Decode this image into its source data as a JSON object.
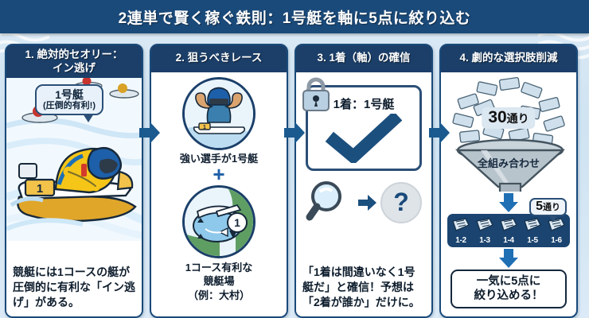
{
  "header": {
    "title": "2連単で賢く稼ぐ鉄則：1号艇を軸に5点に絞り込む"
  },
  "columns": [
    {
      "heading_line1": "1. 絶対的セオリー：",
      "heading_line2": "イン逃げ",
      "bubble_line1": "1号艇",
      "bubble_line2": "(圧倒的有利!)",
      "boat_number": "1",
      "caption": "競艇には1コースの艇が圧倒的に有利な「イン逃げ」がある。"
    },
    {
      "heading_line1": "2. 狙うべきレース",
      "icon_top": "muscular-racer-icon",
      "label_top": "強い選手が1号艇",
      "plus": "+",
      "icon_bottom": "racecourse-map-icon",
      "course_marker": "1",
      "caption_line1": "1コース有利な",
      "caption_line2": "競艇場",
      "caption_line3": "（例：大村）"
    },
    {
      "heading_line1": "3. 1着（軸）の確信",
      "icon_lock": "lock-icon",
      "card_text": "1着：1号艇",
      "icon_check": "check-icon",
      "icon_magnifier": "magnifier-icon",
      "icon_arrow": "arrow-right-icon",
      "question_mark": "?",
      "caption": "「1着は間違いなく1号艇だ」と確信！予想は「2着が誰か」だけに。"
    },
    {
      "heading_line1": "4. 劇的な選択肢削減",
      "icon_funnel": "funnel-icon",
      "badge_total_number": "30",
      "badge_total_unit": "通り",
      "funnel_label": "全組み合わせ",
      "badge_result_number": "5",
      "badge_result_unit": "通り",
      "tickets": [
        "1-2",
        "1-3",
        "1-4",
        "1-5",
        "1-6"
      ],
      "final_line1": "一気に5点に",
      "final_line2": "絞り込める！"
    }
  ],
  "connector_arrows": [
    "arrow-right-icon",
    "arrow-right-icon",
    "arrow-right-icon"
  ],
  "colors": {
    "header_navy": "#1a4a7a",
    "panel_header_navy": "#1b3f69",
    "accent_blue": "#1f5fa8",
    "background_blue": "#dceaf5"
  }
}
